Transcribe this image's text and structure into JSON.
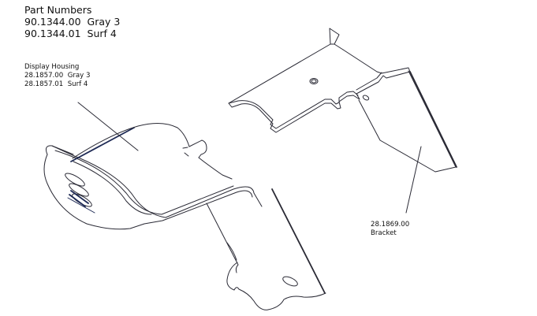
{
  "part_numbers": {
    "heading": "Part Numbers",
    "items": [
      {
        "number": "90.1344.00",
        "finish": "Gray 3"
      },
      {
        "number": "90.1344.01",
        "finish": "Surf 4"
      }
    ]
  },
  "callouts": {
    "display_housing": {
      "name": "Display Housing",
      "items": [
        {
          "number": "28.1857.00",
          "finish": "Gray 3"
        },
        {
          "number": "28.1857.01",
          "finish": "Surf 4"
        }
      ]
    },
    "bracket": {
      "number": "28.1869.00",
      "name": "Bracket"
    }
  },
  "colors": {
    "line": "#2a2a35",
    "background": "#ffffff"
  }
}
